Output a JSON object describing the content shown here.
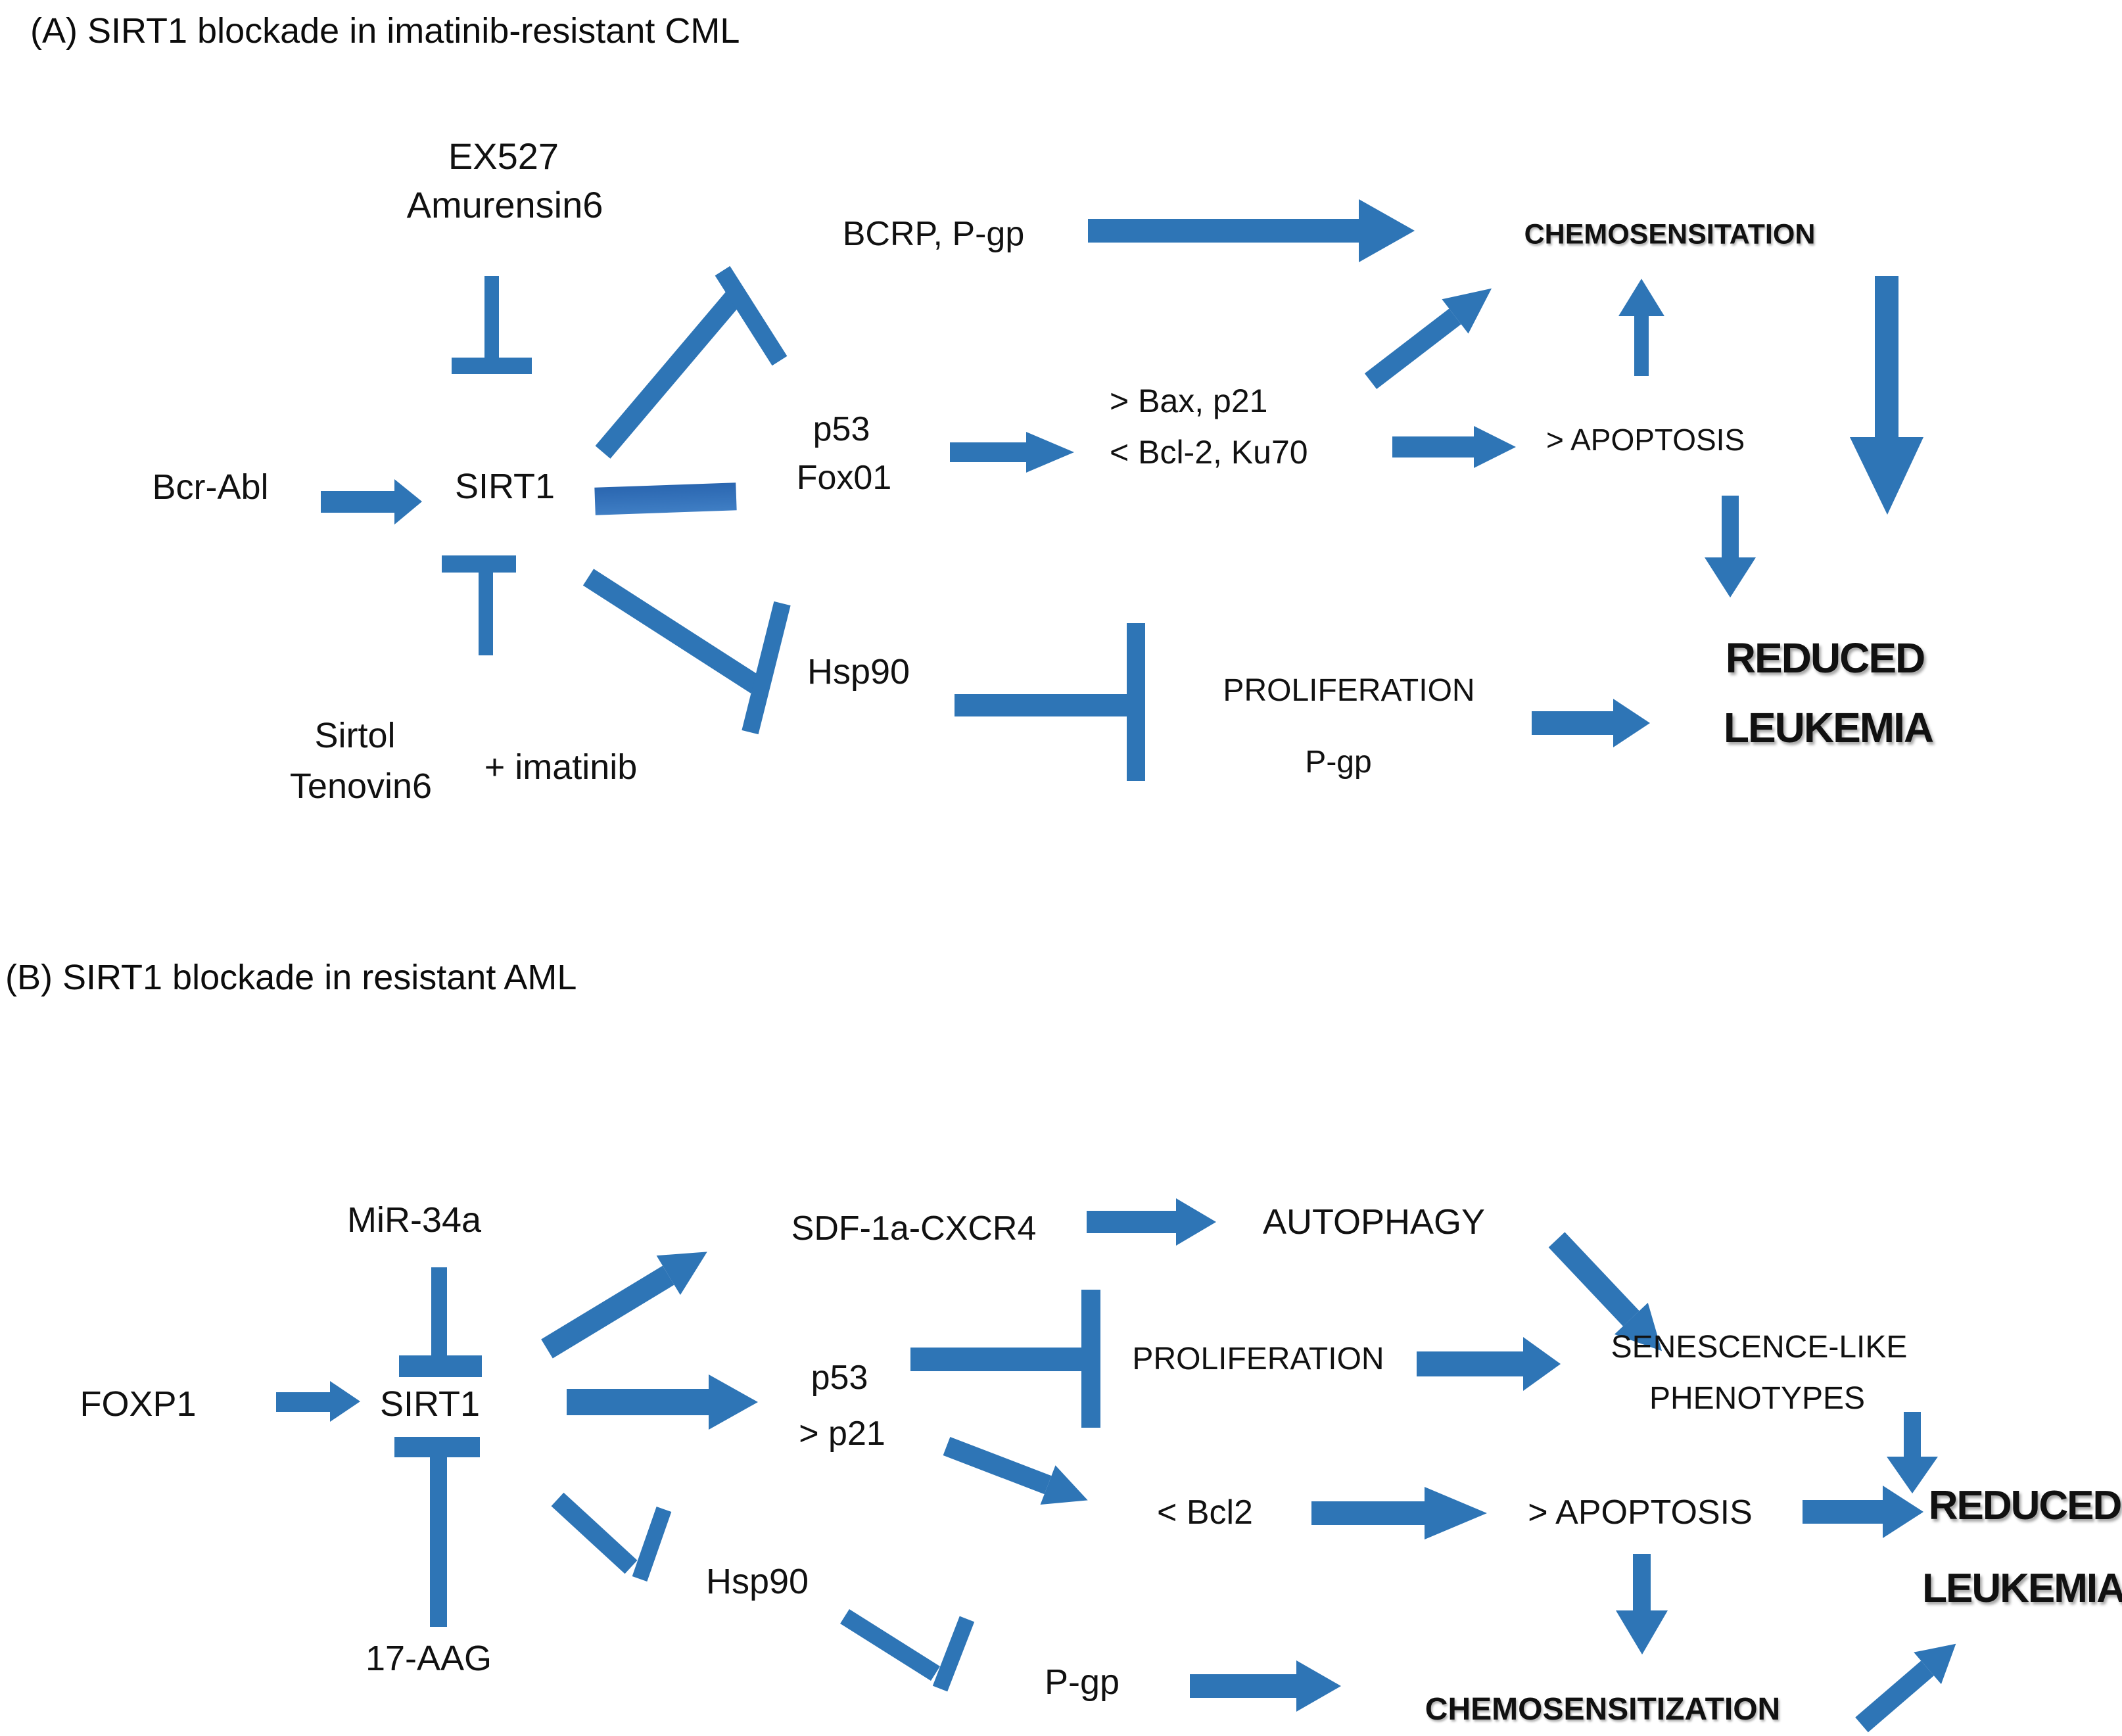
{
  "panel_a": {
    "title": "(A) SIRT1 blockade in imatinib-resistant CML",
    "labels": {
      "ex527": "EX527",
      "amurensin6": "Amurensin6",
      "bcrp_pgp": "BCRP, P-gp",
      "chemosensitation": "CHEMOSENSITATION",
      "bcr_abl": "Bcr-Abl",
      "sirt1": "SIRT1",
      "p53": "p53",
      "fox01": "Fox01",
      "bax_p21": "> Bax, p21",
      "bcl2_ku70": "< Bcl-2, Ku70",
      "apoptosis": "> APOPTOSIS",
      "sirtol": "Sirtol",
      "tenovin6": "Tenovin6",
      "imatinib": "+ imatinib",
      "hsp90": "Hsp90",
      "proliferation": "PROLIFERATION",
      "pgp": "P-gp",
      "reduced": "REDUCED",
      "leukemia": "LEUKEMIA"
    }
  },
  "panel_b": {
    "title": "(B) SIRT1 blockade in resistant AML",
    "labels": {
      "mir34a": "MiR-34a",
      "sdf_cxcr4": "SDF-1a-CXCR4",
      "autophagy": "AUTOPHAGY",
      "foxp1": "FOXP1",
      "sirt1": "SIRT1",
      "p53": "p53",
      "p21": "> p21",
      "proliferation": "PROLIFERATION",
      "senescence": "SENESCENCE-LIKE",
      "phenotypes": "PHENOTYPES",
      "aag17": "17-AAG",
      "hsp90": "Hsp90",
      "pgp": "P-gp",
      "chemosensitization": "CHEMOSENSITIZATION",
      "bcl2": "< Bcl2",
      "apoptosis": "> APOPTOSIS",
      "reduced": "REDUCED",
      "leukemia": "LEUKEMIA"
    }
  },
  "colors": {
    "arrow_blue": "#2E75B6",
    "arrow_blue_light": "#4E88CC",
    "text": "#111111",
    "background": "#FFFFFF"
  }
}
